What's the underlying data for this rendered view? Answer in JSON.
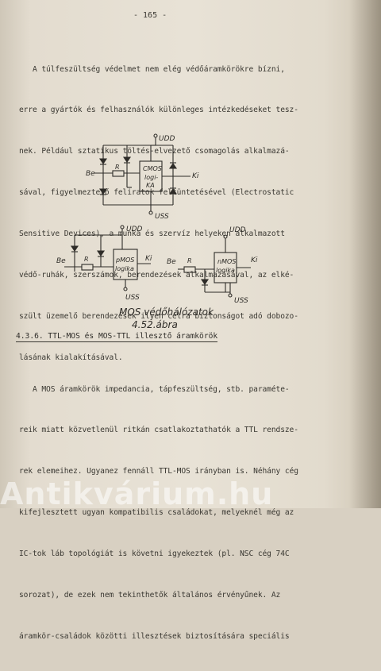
{
  "page_number": "- 165 -",
  "paragraph1": [
    "   A túlfeszültség védelmet nem elég védőáramkörökre bízni,",
    "erre a gyártók és felhasználók különleges intézkedéseket tesz-",
    "nek. Például sztatikus töltés-elvezető csomagolás alkalmazá-",
    "sával, figyelmeztető feliratok feltüntetésével (Electrostatic",
    "Sensitive Devices), a munka és szervíz helyeken alkalmazott",
    "védő-ruhák, szerszámok, berendezések alkalmazásával, az elké-",
    "szült üzemelő berendezések ilyen célra biztonságot adó dobozo-",
    "lásának kialakításával."
  ],
  "circuit_top": {
    "vdd": "UDD",
    "vss": "USS",
    "in": "Be",
    "out": "Ki",
    "r": "R",
    "box": [
      "CMOS",
      "logi-",
      "KA"
    ]
  },
  "circuit_left": {
    "vdd": "UDD",
    "vss": "USS",
    "in": "Be",
    "out": "Ki",
    "r": "R",
    "box": [
      "pMOS",
      "logika"
    ]
  },
  "circuit_right": {
    "vdd": "UDD",
    "vss": "USS",
    "in": "Be",
    "out": "Ki",
    "r": "R",
    "box": [
      "nMOS",
      "logika"
    ]
  },
  "caption_line1": "MOS védőhálózatok",
  "caption_line2": "4.52.ábra",
  "section_heading": "4.3.6. TTL-MOS és MOS-TTL illesztő áramkörök",
  "paragraph2": [
    "   A MOS áramkörök impedancia, tápfeszültség, stb. paraméte-",
    "reik miatt közvetlenül ritkán csatlakoztathatók a TTL rendsze-",
    "rek elemeihez. Ugyanez fennáll TTL-MOS irányban is. Néhány cég",
    "kifejlesztett ugyan kompatibilis családokat, melyeknél még az",
    "IC-tok láb topológiát is követni igyekeztek (pl. NSC cég 74C",
    "sorozat), de ezek nem tekinthetők általános érvényűnek. Az",
    "áramkör-családok közötti illesztések biztosítására speciális"
  ],
  "watermark": "Antikvárium.hu"
}
